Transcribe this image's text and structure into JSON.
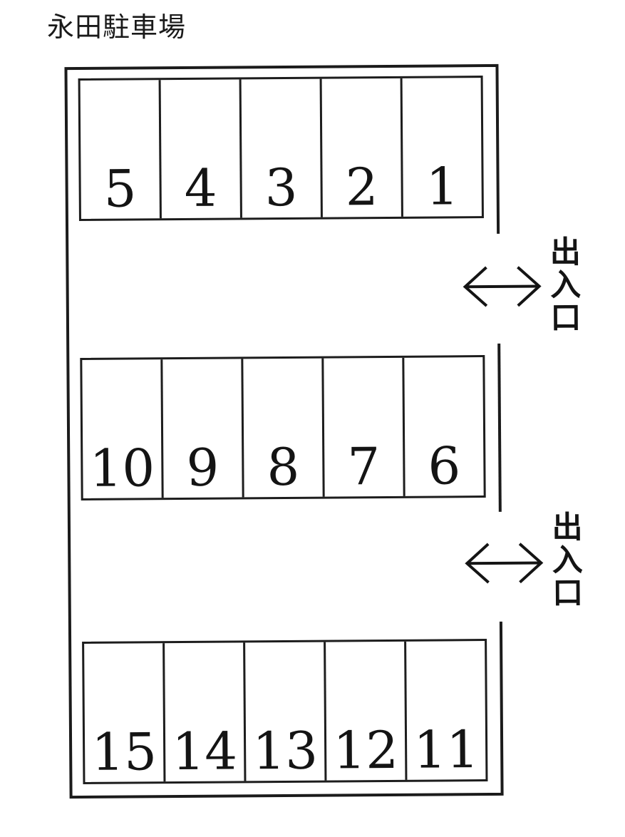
{
  "title": "永田駐車場",
  "lot": {
    "rows": [
      {
        "id": "upper",
        "spaces": [
          "5",
          "4",
          "3",
          "2",
          "1"
        ]
      },
      {
        "id": "middle",
        "spaces": [
          "10",
          "9",
          "8",
          "7",
          "6"
        ]
      },
      {
        "id": "lower",
        "spaces": [
          "15",
          "14",
          "13",
          "12",
          "11"
        ]
      }
    ],
    "entrances": [
      {
        "label": "出入口",
        "chars": [
          "出",
          "入",
          "口"
        ],
        "arrow": "double-headed-horizontal"
      },
      {
        "label": "出入口",
        "chars": [
          "出",
          "入",
          "口"
        ],
        "arrow": "double-headed-horizontal"
      }
    ]
  },
  "colors": {
    "ink": "#1a1a1a",
    "background": "#ffffff"
  }
}
